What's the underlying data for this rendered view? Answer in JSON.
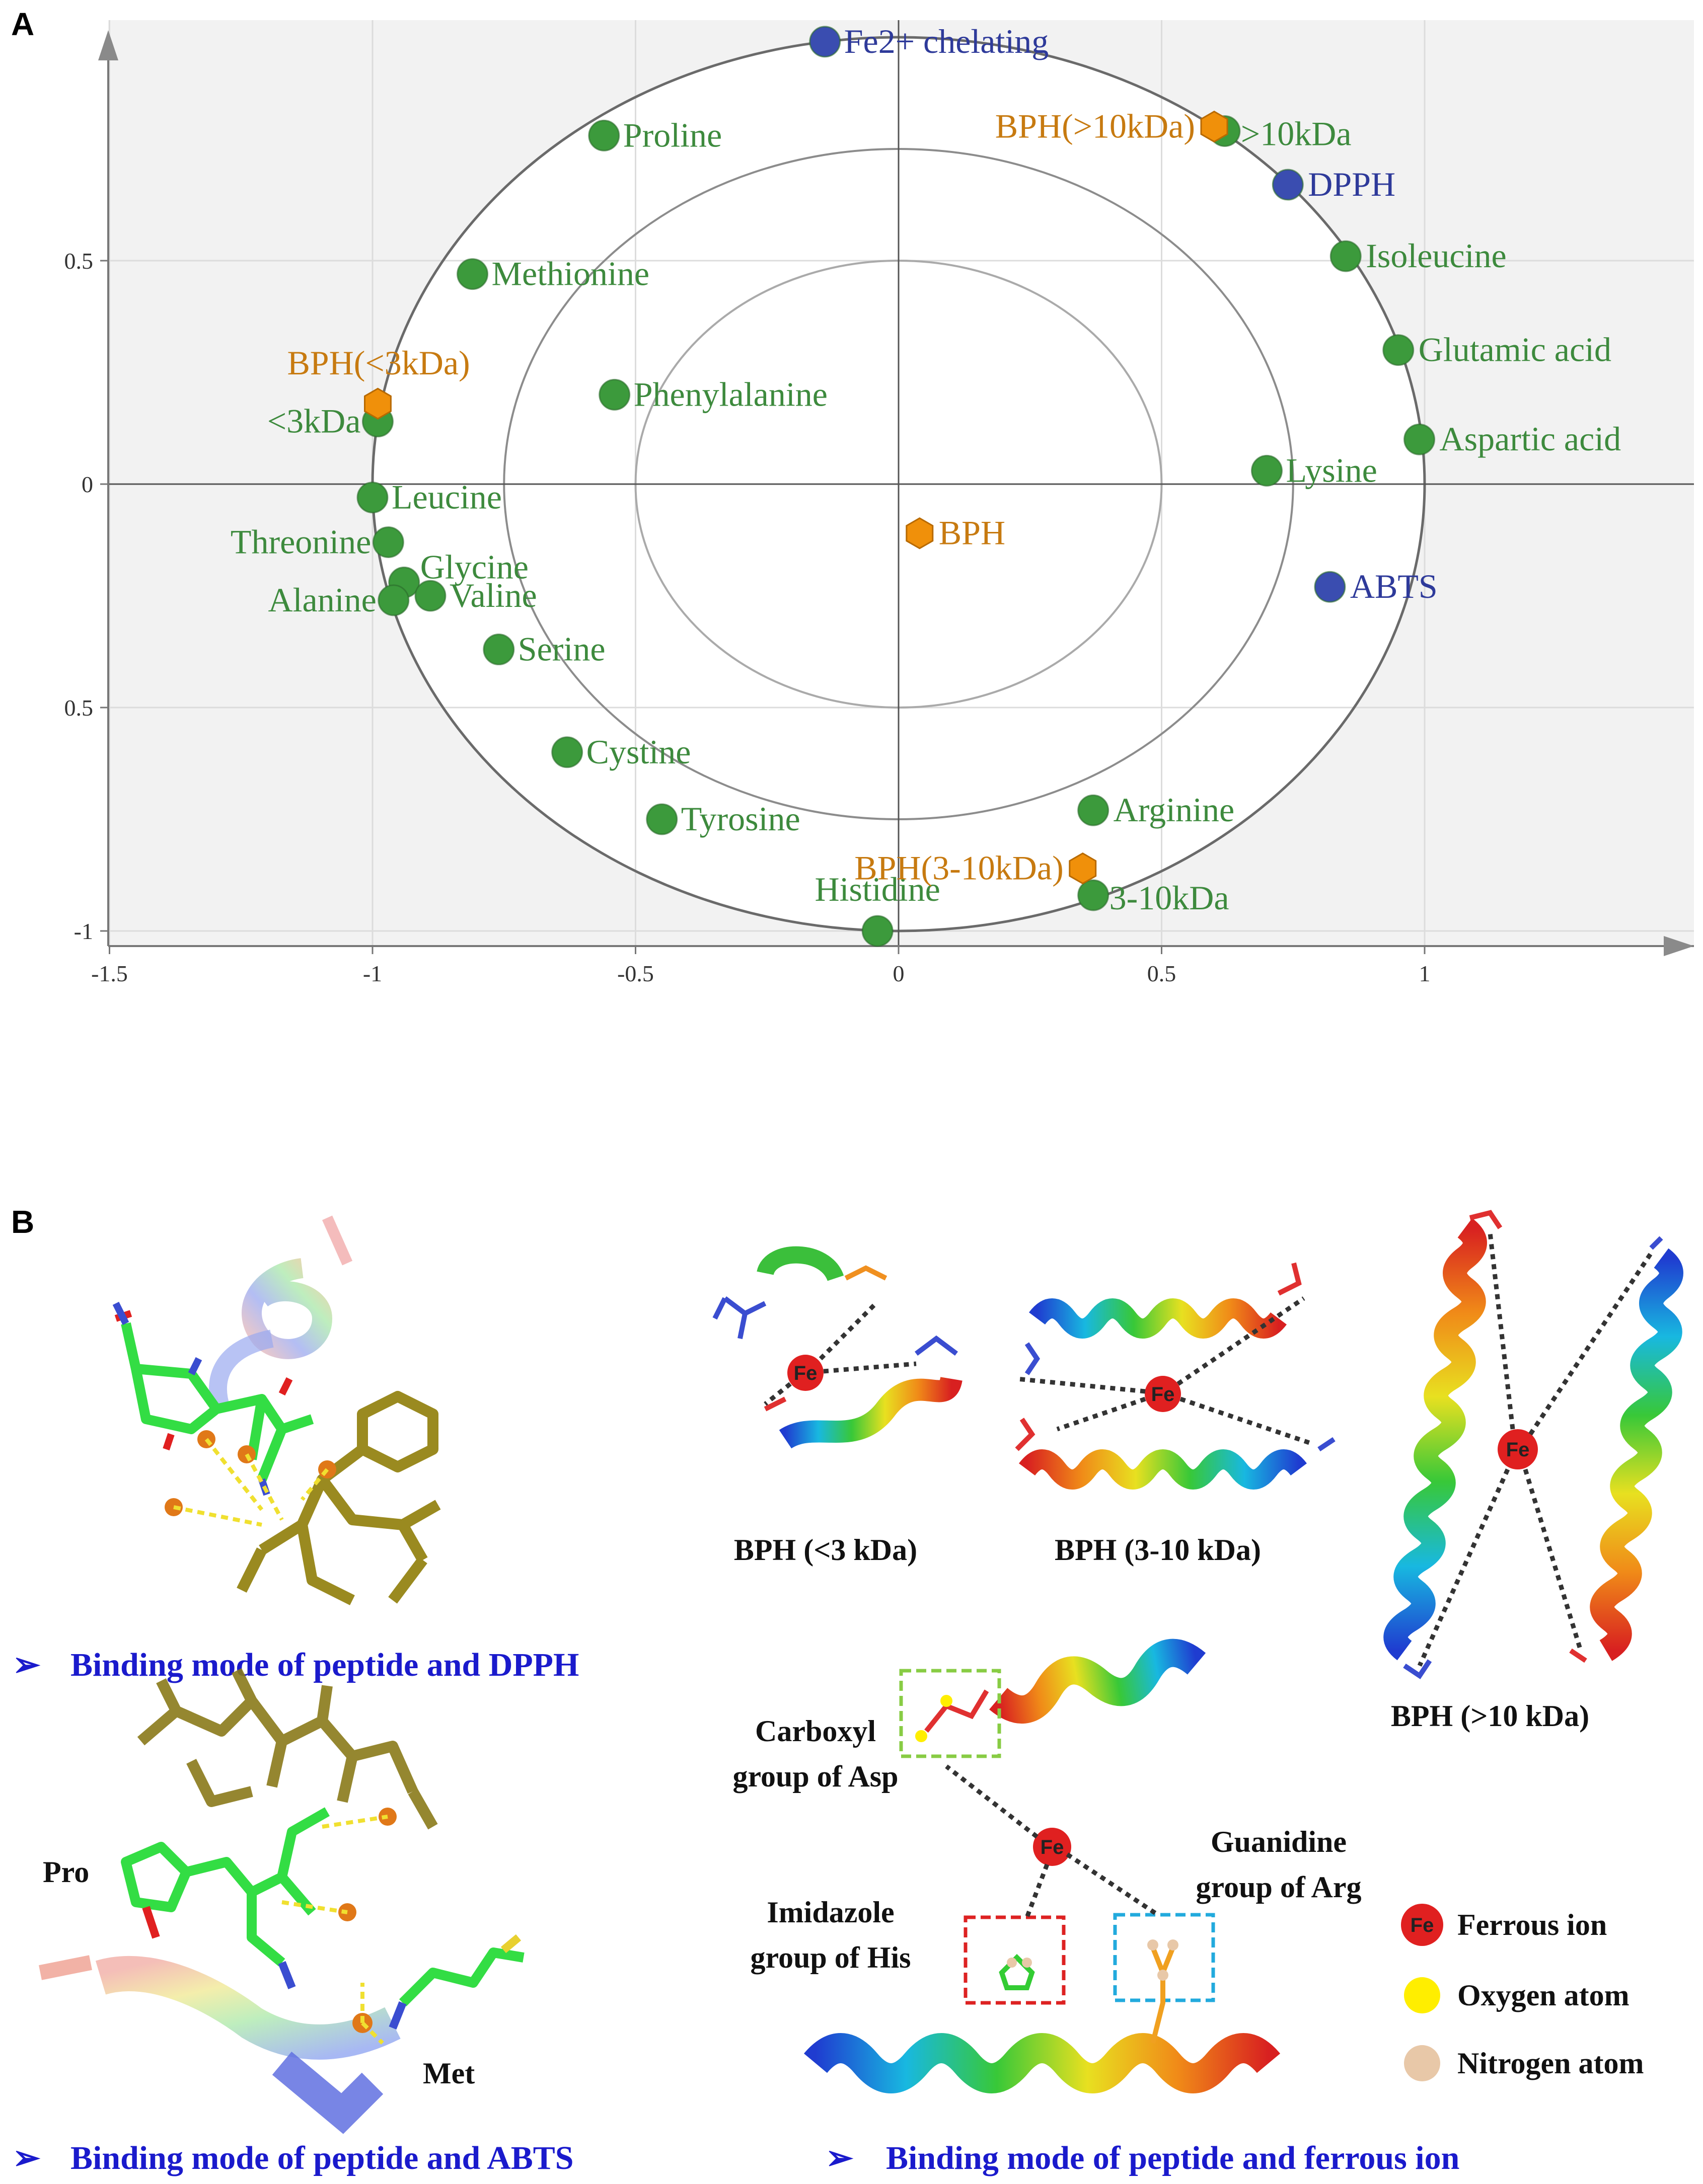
{
  "panel_a": {
    "letter": "A",
    "chart_data": {
      "type": "scatter",
      "title": "",
      "xlabel": "",
      "ylabel": "",
      "xlim": [
        -1.5,
        1.5
      ],
      "ylim": [
        -1.05,
        1.0
      ],
      "x_ticks": [
        -1.5,
        -1,
        -0.5,
        0,
        0.5,
        1
      ],
      "x_tick_labels": [
        "-1.5",
        "-1",
        "-0.5",
        "0",
        "0.5",
        "1"
      ],
      "y_ticks": [
        0.5,
        0,
        -0.5,
        -1
      ],
      "y_tick_labels": [
        "0.5",
        "0",
        "0.5",
        "-1"
      ],
      "circles": [
        1.0,
        0.75,
        0.5
      ],
      "series": [
        {
          "name": "",
          "marker": "circle",
          "color": "#3c9a3c",
          "points": [
            {
              "label": "Proline",
              "x": -0.56,
              "y": 0.78
            },
            {
              "label": ">10kDa",
              "x": 0.62,
              "y": 0.79
            },
            {
              "label": "Isoleucine",
              "x": 0.85,
              "y": 0.51
            },
            {
              "label": "Methionine",
              "x": -0.81,
              "y": 0.47
            },
            {
              "label": "Glutamic acid",
              "x": 0.95,
              "y": 0.3
            },
            {
              "label": "Phenylalanine",
              "x": -0.54,
              "y": 0.2
            },
            {
              "label": "<3kDa",
              "x": -0.99,
              "y": 0.14
            },
            {
              "label": "Aspartic acid",
              "x": 0.99,
              "y": 0.1
            },
            {
              "label": "Lysine",
              "x": 0.7,
              "y": 0.03
            },
            {
              "label": "Leucine",
              "x": -1.0,
              "y": -0.03
            },
            {
              "label": "Threonine",
              "x": -0.97,
              "y": -0.13
            },
            {
              "label": "Glycine",
              "x": -0.94,
              "y": -0.22
            },
            {
              "label": "Valine",
              "x": -0.89,
              "y": -0.25
            },
            {
              "label": "Alanine",
              "x": -0.96,
              "y": -0.26
            },
            {
              "label": "Serine",
              "x": -0.76,
              "y": -0.37
            },
            {
              "label": "Cystine",
              "x": -0.63,
              "y": -0.6
            },
            {
              "label": "Tyrosine",
              "x": -0.45,
              "y": -0.75
            },
            {
              "label": "Arginine",
              "x": 0.37,
              "y": -0.73
            },
            {
              "label": "3-10kDa",
              "x": 0.37,
              "y": -0.92
            },
            {
              "label": "Histidine",
              "x": -0.04,
              "y": -1.0
            }
          ]
        },
        {
          "name": "",
          "marker": "circle",
          "color": "#3a4db0",
          "points": [
            {
              "label": "Fe2+ chelating",
              "x": -0.14,
              "y": 0.99
            },
            {
              "label": "DPPH",
              "x": 0.74,
              "y": 0.67
            },
            {
              "label": "ABTS",
              "x": 0.82,
              "y": -0.23
            }
          ]
        },
        {
          "name": "",
          "marker": "hexagon",
          "color": "#f0900a",
          "points": [
            {
              "label": "BPH(>10kDa)",
              "x": 0.6,
              "y": 0.8
            },
            {
              "label": "BPH(<3kDa)",
              "x": -0.99,
              "y": 0.18
            },
            {
              "label": "BPH",
              "x": 0.04,
              "y": -0.11
            },
            {
              "label": "BPH(3-10kDa)",
              "x": 0.35,
              "y": -0.86
            }
          ]
        }
      ],
      "label_colors": {
        "green": "#3d8a3d",
        "blue": "#2e3a9a",
        "orange": "#c77a10"
      },
      "grid": true,
      "legend": "none"
    }
  },
  "panel_b": {
    "letter": "B",
    "captions": {
      "dpph": "Binding mode of peptide and DPPH",
      "abts": "Binding mode of peptide and ABTS",
      "ferrous": "Binding mode of peptide and ferrous ion"
    },
    "structure_labels": {
      "bph_lt3": "BPH (<3 kDa)",
      "bph_3_10": "BPH (3-10 kDa)",
      "bph_gt10": "BPH (>10 kDa)",
      "carboxyl_line1": "Carboxyl",
      "carboxyl_line2": "group of Asp",
      "guanidine_line1": "Guanidine",
      "guanidine_line2": "group of Arg",
      "imidazole_line1": "Imidazole",
      "imidazole_line2": "group of His",
      "pro": "Pro",
      "met": "Met",
      "fe": "Fe"
    },
    "legend": [
      {
        "label": "Ferrous ion",
        "color": "#e02020",
        "symbol": "Fe"
      },
      {
        "label": "Oxygen atom",
        "color": "#ffee00",
        "symbol": ""
      },
      {
        "label": "Nitrogen atom",
        "color": "#e8c8a8",
        "symbol": ""
      }
    ],
    "arrow_glyph": "➢"
  }
}
